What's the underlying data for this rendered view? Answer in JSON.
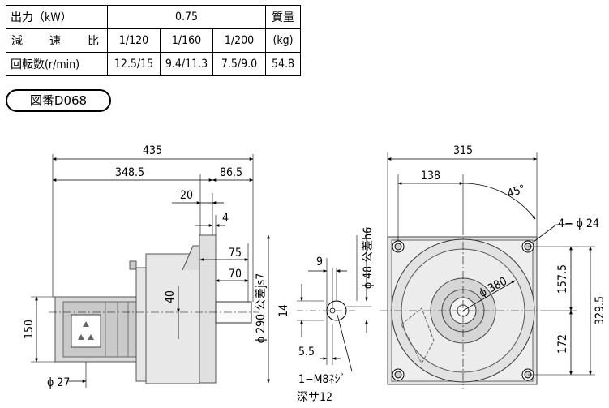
{
  "spec_table": {
    "output_label": "出力（kW）",
    "output_value": "0.75",
    "mass_label_top": "質量",
    "ratio_label": "減速比",
    "ratios": [
      "1/120",
      "1/160",
      "1/200"
    ],
    "mass_unit": "(kg)",
    "speed_label": "回転数(r/min)",
    "speeds": [
      "12.5/15",
      "9.4/11.3",
      "7.5/9.0"
    ],
    "mass_value": "54.8"
  },
  "drawing_number": "図番D068",
  "dimensions": {
    "d435": "435",
    "d348_5": "348.5",
    "d86_5": "86.5",
    "d20": "20",
    "d4": "4",
    "d75": "75",
    "d70": "70",
    "d40": "40",
    "d150": "150",
    "d27": "ϕ 27",
    "d290": "ϕ 290 公差js7",
    "d9": "9",
    "d14": "14",
    "d5_5": "5.5",
    "d48": "ϕ 48 公差h6",
    "tap": "1−M8ﾈｼﾞ",
    "tap_depth": "深サ12",
    "d315": "315",
    "d138": "138",
    "d45": "45°",
    "holes": "4− ϕ 24",
    "d380": "ϕ 380",
    "d157_5": "157.5",
    "d172": "172",
    "d329_5": "329.5"
  }
}
